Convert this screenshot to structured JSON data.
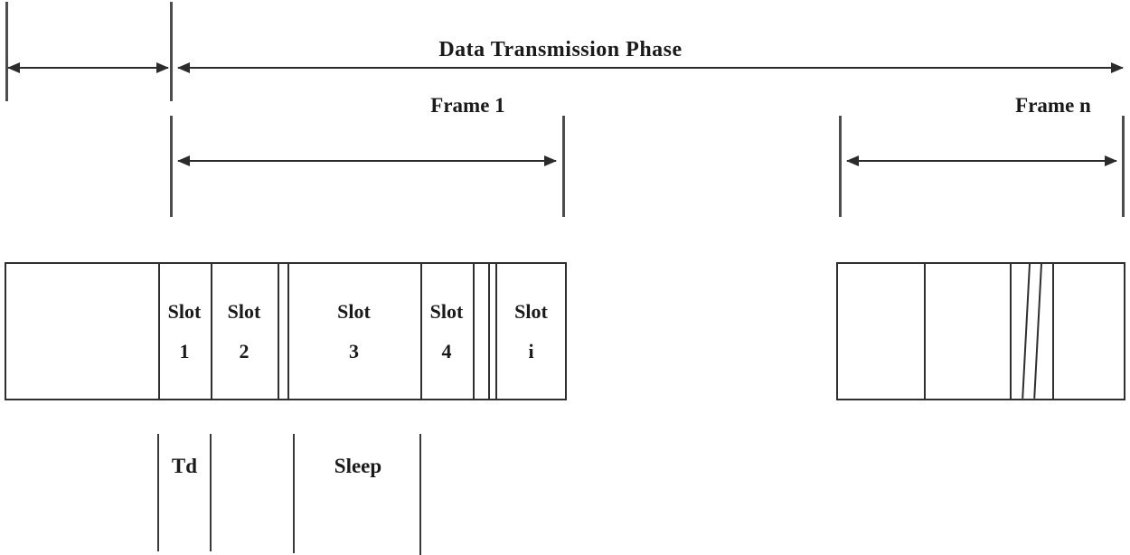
{
  "diagram": {
    "title": "Data Transmission Phase",
    "frame1_label": "Frame 1",
    "frame_n_label": "Frame n",
    "slots": [
      {
        "word": "Slot",
        "num": "1"
      },
      {
        "word": "Slot",
        "num": "2"
      },
      {
        "word": "Slot",
        "num": "3"
      },
      {
        "word": "Slot",
        "num": "4"
      },
      {
        "word": "Slot",
        "num": "i"
      }
    ],
    "td_label": "Td",
    "sleep_label": "Sleep"
  }
}
